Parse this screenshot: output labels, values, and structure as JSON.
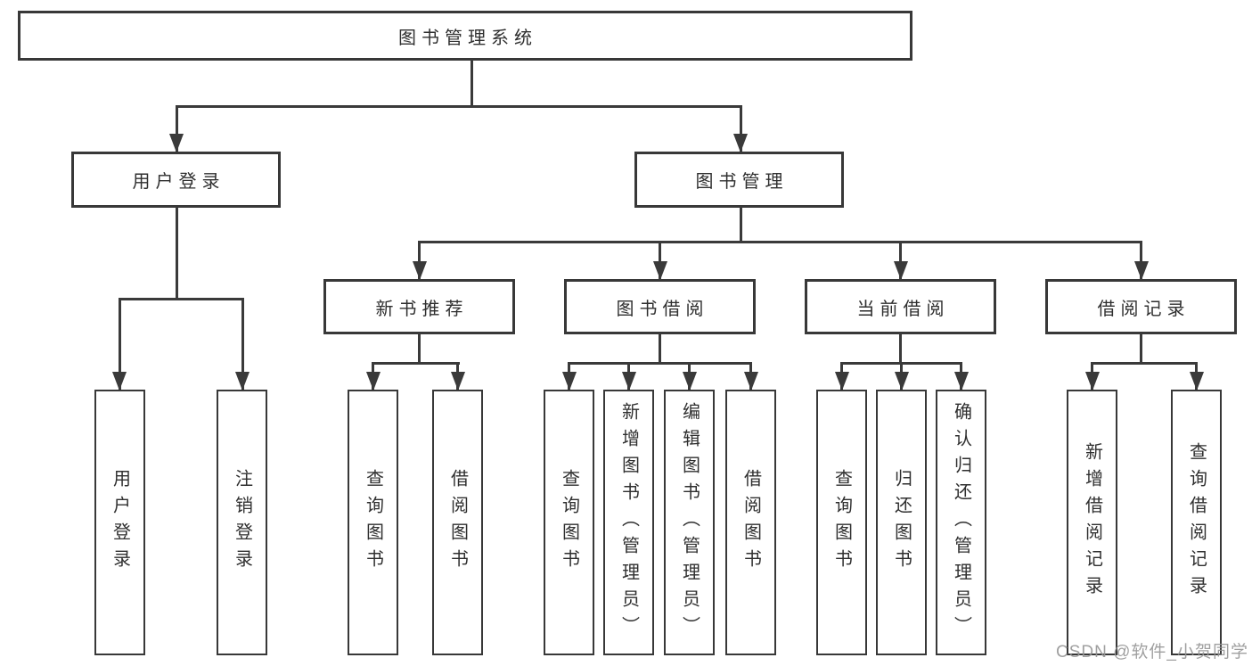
{
  "diagram": {
    "root_label": "图书管理系统",
    "level2": {
      "user_login": "用户登录",
      "book_management": "图书管理"
    },
    "level3": {
      "new_book_recommend": "新书推荐",
      "book_borrow": "图书借阅",
      "current_borrow": "当前借阅",
      "borrow_records": "借阅记录"
    },
    "leaves": {
      "login": [
        "用户登录",
        "注销登录"
      ],
      "new_book_recommend": [
        "查询图书",
        "借阅图书"
      ],
      "book_borrow": [
        "查询图书",
        "新增图书（管理员）",
        "编辑图书（管理员）",
        "借阅图书"
      ],
      "current_borrow": [
        "查询图书",
        "归还图书",
        "确认归还（管理员）"
      ],
      "borrow_records": [
        "新增借阅记录",
        "查询借阅记录"
      ]
    }
  },
  "watermark": "CSDN @软件_小贺同学",
  "colors": {
    "line": "#3a3a3a",
    "box_border": "#383838",
    "text": "#2f2f2f",
    "watermark": "#969696",
    "background": "#ffffff"
  }
}
